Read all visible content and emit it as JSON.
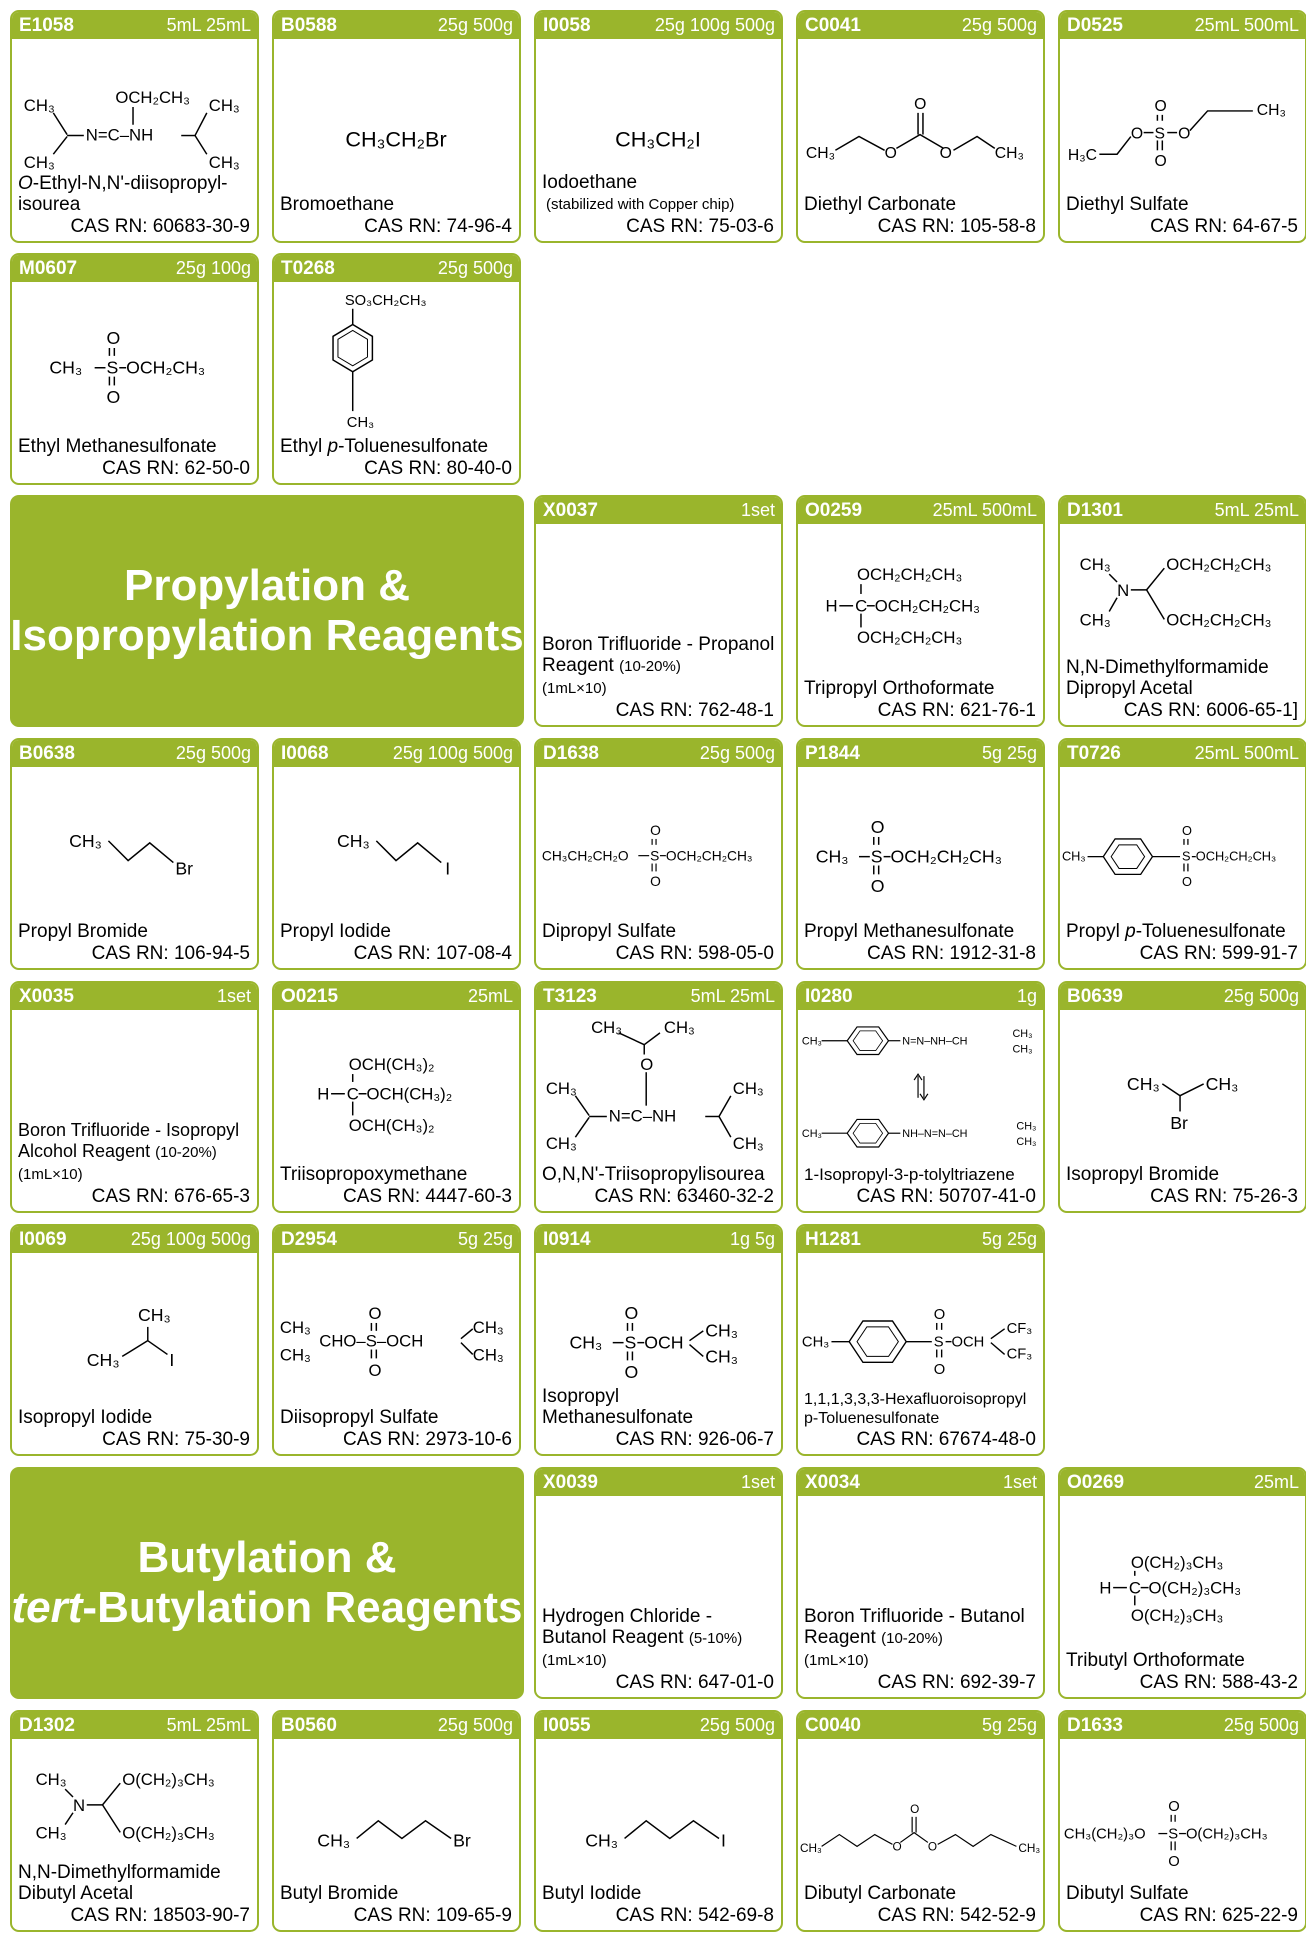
{
  "banners": {
    "propylation": {
      "line1": "Propylation &",
      "line2": "Isopropylation Reagents"
    },
    "butylation": {
      "line1": "Butylation &",
      "line2_italic": "tert",
      "line2_rest": "-Butylation Reagents"
    }
  },
  "cards": {
    "E1058": {
      "code": "E1058",
      "size": "5mL 25mL",
      "name_italic": "O",
      "name_rest": "-Ethyl-N,N'-diisopropyl-isourea",
      "cas": "CAS RN: 60683-30-9"
    },
    "B0588": {
      "code": "B0588",
      "size": "25g 500g",
      "name": "Bromoethane",
      "cas": "CAS RN: 74-96-4"
    },
    "I0058": {
      "code": "I0058",
      "size": "25g 100g 500g",
      "name": "Iodoethane",
      "note": "(stabilized with Copper chip)",
      "cas": "CAS RN: 75-03-6"
    },
    "C0041": {
      "code": "C0041",
      "size": "25g 500g",
      "name": "Diethyl Carbonate",
      "cas": "CAS RN: 105-58-8"
    },
    "D0525": {
      "code": "D0525",
      "size": "25mL 500mL",
      "name": "Diethyl Sulfate",
      "cas": "CAS RN: 64-67-5"
    },
    "M0607": {
      "code": "M0607",
      "size": "25g 100g",
      "name": "Ethyl Methanesulfonate",
      "cas": "CAS RN: 62-50-0"
    },
    "T0268": {
      "code": "T0268",
      "size": "25g 500g",
      "name_pre": "Ethyl ",
      "name_italic": "p",
      "name_post": "-Toluenesulfonate",
      "cas": "CAS RN: 80-40-0"
    },
    "X0037": {
      "code": "X0037",
      "size": "1set",
      "name": "Boron Trifluoride - Propanol Reagent",
      "note": "(10-20%)",
      "note2": "(1mL×10)",
      "cas": "CAS RN: 762-48-1"
    },
    "O0259": {
      "code": "O0259",
      "size": "25mL 500mL",
      "name": "Tripropyl Orthoformate",
      "cas": "CAS RN: 621-76-1"
    },
    "D1301": {
      "code": "D1301",
      "size": "5mL 25mL",
      "name": "N,N-Dimethylformamide Dipropyl Acetal",
      "cas": "CAS RN: 6006-65-1]"
    },
    "B0638": {
      "code": "B0638",
      "size": "25g 500g",
      "name": "Propyl Bromide",
      "cas": "CAS RN: 106-94-5"
    },
    "I0068": {
      "code": "I0068",
      "size": "25g 100g 500g",
      "name": "Propyl Iodide",
      "cas": "CAS RN: 107-08-4"
    },
    "D1638": {
      "code": "D1638",
      "size": "25g 500g",
      "name": "Dipropyl Sulfate",
      "cas": "CAS RN: 598-05-0"
    },
    "P1844": {
      "code": "P1844",
      "size": "5g 25g",
      "name": "Propyl Methanesulfonate",
      "cas": "CAS RN: 1912-31-8"
    },
    "T0726": {
      "code": "T0726",
      "size": "25mL 500mL",
      "name_pre": "Propyl ",
      "name_italic": "p",
      "name_post": "-Toluenesulfonate",
      "cas": "CAS RN: 599-91-7"
    },
    "X0035": {
      "code": "X0035",
      "size": "1set",
      "name": "Boron Trifluoride - Isopropyl Alcohol Reagent",
      "note": "(10-20%)",
      "note2": "(1mL×10)",
      "cas": "CAS RN: 676-65-3"
    },
    "O0215": {
      "code": "O0215",
      "size": "25mL",
      "name": "Triisopropoxymethane",
      "cas": "CAS RN: 4447-60-3"
    },
    "T3123": {
      "code": "T3123",
      "size": "5mL 25mL",
      "name": "O,N,N'-Triisopropylisourea",
      "cas": "CAS RN: 63460-32-2"
    },
    "I0280": {
      "code": "I0280",
      "size": "1g",
      "name": "1-Isopropyl-3-p-tolyltriazene",
      "cas": "CAS RN: 50707-41-0"
    },
    "B0639": {
      "code": "B0639",
      "size": "25g 500g",
      "name": "Isopropyl Bromide",
      "cas": "CAS RN: 75-26-3"
    },
    "I0069": {
      "code": "I0069",
      "size": "25g 100g 500g",
      "name": "Isopropyl Iodide",
      "cas": "CAS RN: 75-30-9"
    },
    "D2954": {
      "code": "D2954",
      "size": "5g 25g",
      "name": "Diisopropyl Sulfate",
      "cas": "CAS RN: 2973-10-6"
    },
    "I0914": {
      "code": "I0914",
      "size": "1g 5g",
      "name": "Isopropyl Methanesulfonate",
      "cas": "CAS RN: 926-06-7"
    },
    "H1281": {
      "code": "H1281",
      "size": "5g 25g",
      "name": "1,1,1,3,3,3-Hexafluoroisopropyl p-Toluenesulfonate",
      "cas": "CAS RN: 67674-48-0"
    },
    "X0039": {
      "code": "X0039",
      "size": "1set",
      "name": "Hydrogen Chloride - Butanol Reagent",
      "note": "(5-10%)",
      "note2": "(1mL×10)",
      "cas": "CAS RN: 647-01-0"
    },
    "X0034": {
      "code": "X0034",
      "size": "1set",
      "name": "Boron Trifluoride - Butanol Reagent",
      "note": "(10-20%)",
      "note2": "(1mL×10)",
      "cas": "CAS RN: 692-39-7"
    },
    "O0269": {
      "code": "O0269",
      "size": "25mL",
      "name": "Tributyl Orthoformate",
      "cas": "CAS RN: 588-43-2"
    },
    "D1302": {
      "code": "D1302",
      "size": "5mL 25mL",
      "name": "N,N-Dimethylformamide Dibutyl Acetal",
      "cas": "CAS RN: 18503-90-7"
    },
    "B0560": {
      "code": "B0560",
      "size": "25g 500g",
      "name": "Butyl Bromide",
      "cas": "CAS RN: 109-65-9"
    },
    "I0055": {
      "code": "I0055",
      "size": "25g 500g",
      "name": "Butyl Iodide",
      "cas": "CAS RN: 542-69-8"
    },
    "C0040": {
      "code": "C0040",
      "size": "5g 25g",
      "name": "Dibutyl Carbonate",
      "cas": "CAS RN: 542-52-9"
    },
    "D1633": {
      "code": "D1633",
      "size": "25g 500g",
      "name": "Dibutyl Sulfate",
      "cas": "CAS RN: 625-22-9"
    }
  },
  "formulas": {
    "E1058": {
      "l1": "CH₃",
      "l2": "OCH₂CH₃",
      "l3": "CH₃",
      "l4": "N=C–NH",
      "l5": "CH₃",
      "l6": "CH₃"
    },
    "B0588": {
      "f": "CH₃CH₂Br"
    },
    "I0058": {
      "f": "CH₃CH₂I"
    },
    "C0041": {
      "a": "CH₃",
      "o1": "O",
      "o2": "O",
      "o3": "O",
      "b": "CH₃"
    },
    "D0525": {
      "a": "H₃C",
      "o1": "O",
      "s": "S",
      "o2": "O",
      "o3": "O",
      "o4": "O",
      "b": "CH₃"
    },
    "M0607": {
      "a": "CH₃",
      "s": "S",
      "o1": "O",
      "o2": "O",
      "b": "OCH₂CH₃"
    },
    "T0268": {
      "top": "SO₃CH₂CH₃",
      "bot": "CH₃"
    },
    "O0259": {
      "r1": "OCH₂CH₂CH₃",
      "h": "H",
      "c": "C",
      "r2": "OCH₂CH₂CH₃",
      "r3": "OCH₂CH₂CH₃"
    },
    "D1301": {
      "a": "CH₃",
      "n": "N",
      "b": "CH₃",
      "r1": "OCH₂CH₂CH₃",
      "r2": "OCH₂CH₂CH₃"
    },
    "B0638": {
      "a": "CH₃",
      "x": "Br"
    },
    "I0068": {
      "a": "CH₃",
      "x": "I"
    },
    "D1638": {
      "a": "CH₃CH₂CH₂O",
      "s": "S",
      "o1": "O",
      "o2": "O",
      "b": "OCH₂CH₂CH₃"
    },
    "P1844": {
      "a": "CH₃",
      "s": "S",
      "o1": "O",
      "o2": "O",
      "b": "OCH₂CH₂CH₃"
    },
    "T0726": {
      "a": "CH₃",
      "s": "S",
      "o1": "O",
      "o2": "O",
      "b": "OCH₂CH₂CH₃"
    },
    "O0215": {
      "r1": "OCH(CH₃)₂",
      "h": "H",
      "c": "C",
      "r2": "OCH(CH₃)₂",
      "r3": "OCH(CH₃)₂"
    },
    "T3123": {
      "a": "CH₃",
      "b": "CH₃",
      "o": "O",
      "c": "CH₃",
      "d": "CH₃",
      "n": "N=C–NH",
      "e": "CH₃",
      "f": "CH₃"
    },
    "I0280": {
      "a": "CH₃",
      "t1": "N=N–NH–CH",
      "u1": "CH₃",
      "v1": "CH₃",
      "b": "CH₃",
      "t2": "NH–N=N–CH",
      "u2": "CH₃",
      "v2": "CH₃"
    },
    "B0639": {
      "a": "CH₃",
      "b": "CH₃",
      "x": "Br"
    },
    "I0069": {
      "a": "CH₃",
      "b": "CH₃",
      "x": "I"
    },
    "D2954": {
      "a": "CH₃",
      "b": "CH₃",
      "m": "CHO–S–OCH",
      "o1": "O",
      "o2": "O",
      "c": "CH₃",
      "d": "CH₃"
    },
    "I0914": {
      "a": "CH₃",
      "s": "S",
      "b": "OCH",
      "o1": "O",
      "o2": "O",
      "c": "CH₃",
      "d": "CH₃"
    },
    "H1281": {
      "a": "CH₃",
      "s": "S",
      "b": "OCH",
      "o1": "O",
      "o2": "O",
      "c": "CF₃",
      "d": "CF₃"
    },
    "O0269": {
      "r1": "O(CH₂)₃CH₃",
      "h": "H",
      "c": "C",
      "r2": "O(CH₂)₃CH₃",
      "r3": "O(CH₂)₃CH₃"
    },
    "D1302": {
      "a": "CH₃",
      "n": "N",
      "b": "CH₃",
      "r1": "O(CH₂)₃CH₃",
      "r2": "O(CH₂)₃CH₃"
    },
    "B0560": {
      "a": "CH₃",
      "x": "Br"
    },
    "I0055": {
      "a": "CH₃",
      "x": "I"
    },
    "C0040": {
      "a": "CH₃",
      "o1": "O",
      "o2": "O",
      "o3": "O",
      "b": "CH₃"
    },
    "D1633": {
      "a": "CH₃(CH₂)₃O",
      "s": "S",
      "o1": "O",
      "o2": "O",
      "b": "O(CH₂)₃CH₃"
    }
  },
  "colors": {
    "accent": "#9ab52c"
  }
}
